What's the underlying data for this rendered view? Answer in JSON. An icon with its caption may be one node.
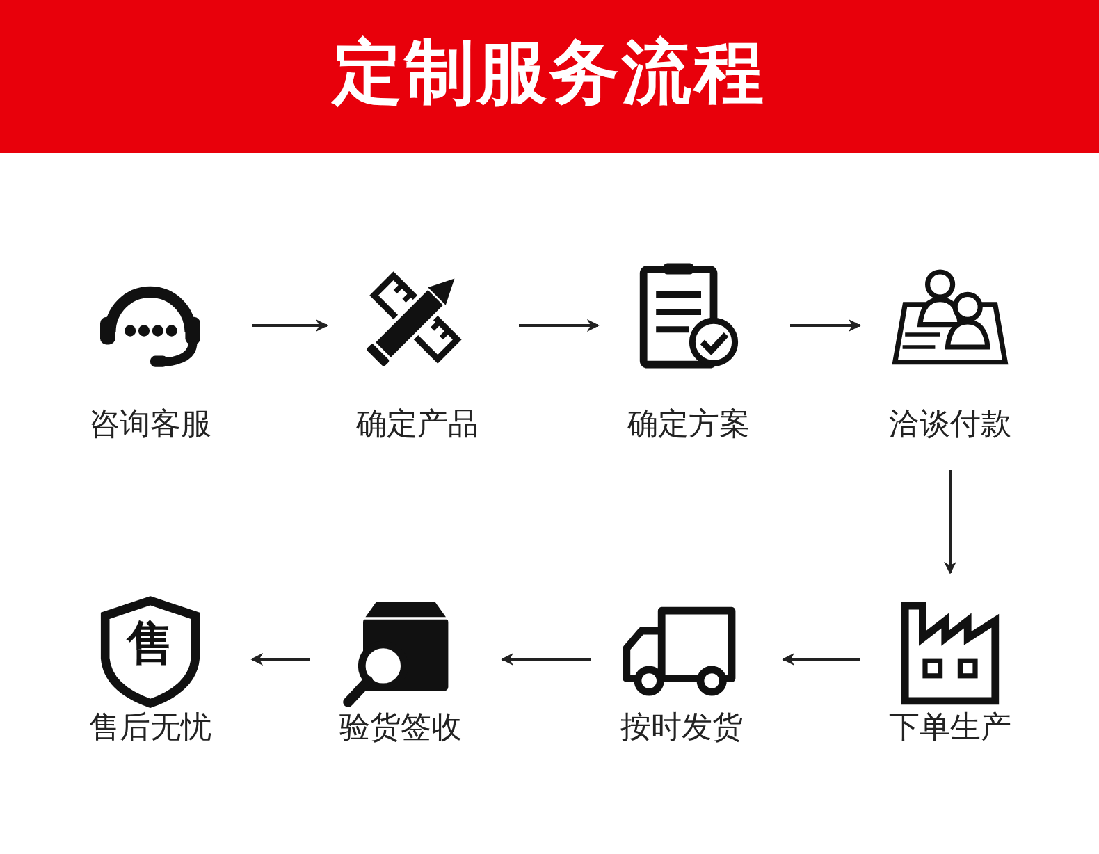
{
  "diagram": {
    "title": "定制服务流程",
    "nodes": [
      {
        "text": [
          "咨询客服"
        ]
      },
      {
        "text": [
          "确定产品"
        ]
      },
      {
        "text": [
          "确定方案"
        ]
      },
      {
        "text": [
          "洽谈付款"
        ]
      },
      {
        "text": [
          "售",
          "售后无忧"
        ]
      },
      {
        "text": [
          "验货签收"
        ]
      },
      {
        "text": [
          "按时发货"
        ]
      },
      {
        "text": [
          "下单生产"
        ]
      }
    ],
    "edges": [
      {
        "from": 0,
        "to": 1,
        "arrow": "to"
      },
      {
        "from": 1,
        "to": 2,
        "arrow": "to"
      },
      {
        "from": 2,
        "to": 3,
        "arrow": "to"
      },
      {
        "from": 3,
        "to": 7,
        "arrow": "to"
      },
      {
        "from": 7,
        "to": 6,
        "arrow": "to"
      },
      {
        "from": 6,
        "to": 5,
        "arrow": "to"
      },
      {
        "from": 5,
        "to": 4,
        "arrow": "to"
      }
    ]
  }
}
